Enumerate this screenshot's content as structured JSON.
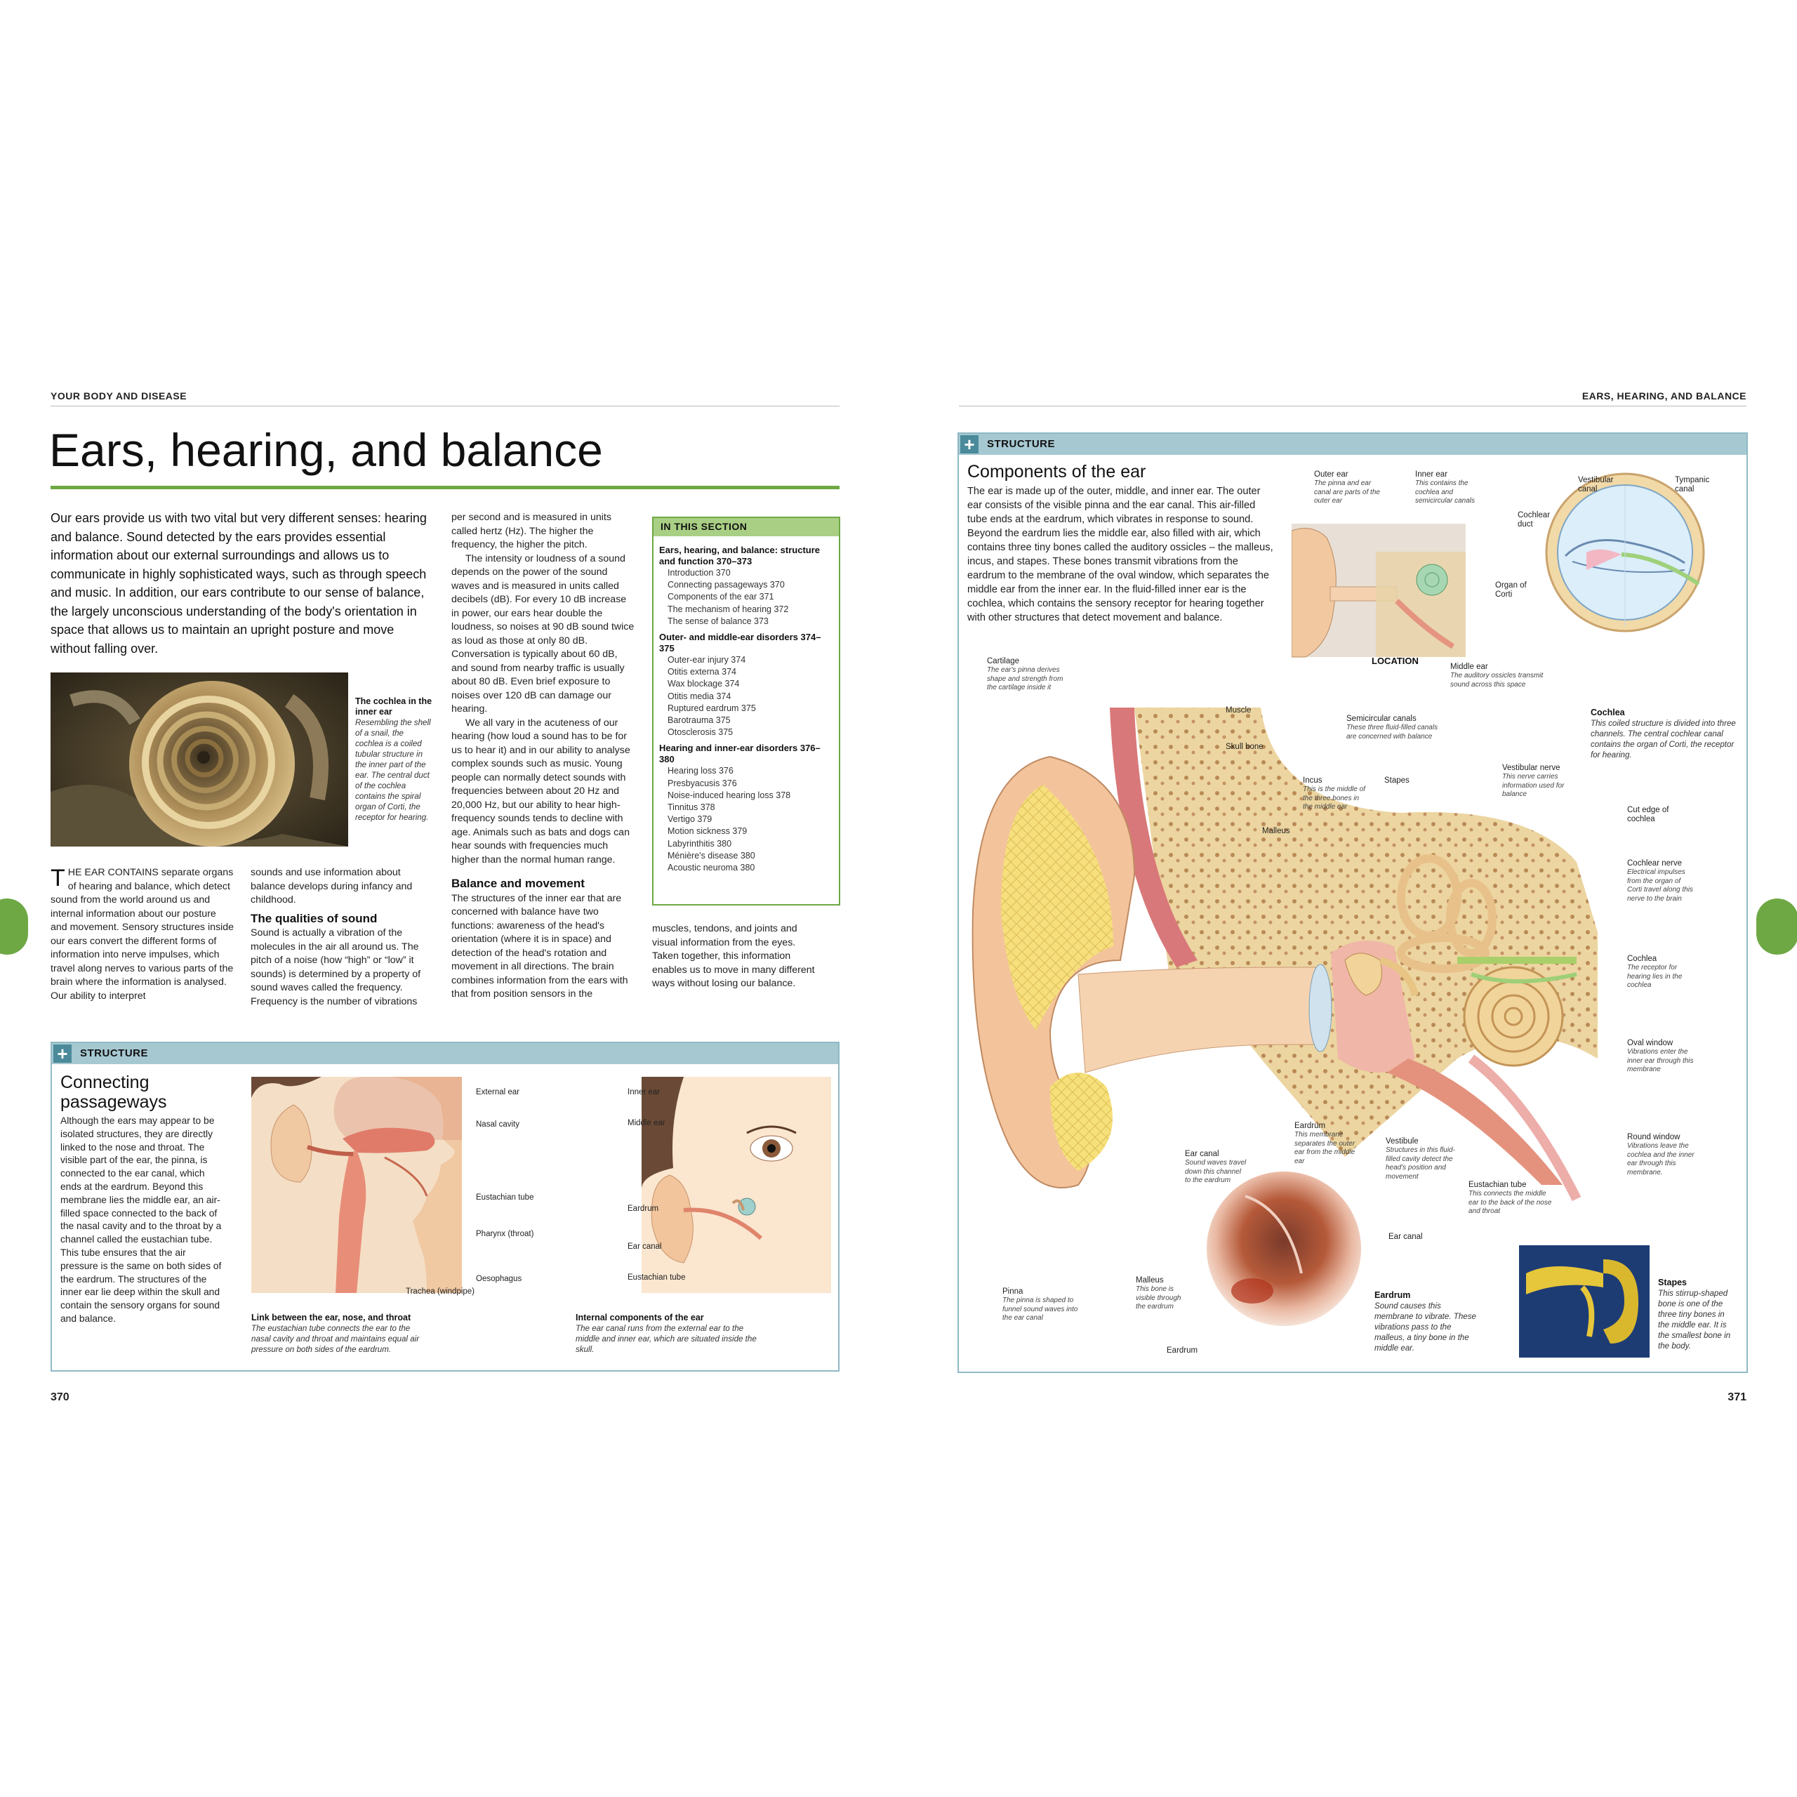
{
  "left_page": {
    "running_head": "YOUR BODY AND DISEASE",
    "title": "Ears, hearing, and balance",
    "intro": "Our ears provide us with two vital but very different senses: hearing and balance. Sound detected by the ears provides essential information about our external surroundings and allows us to communicate in highly sophisticated ways, such as through speech and music. In addition, our ears contribute to our sense of balance, the largely unconscious understanding of the body's orientation in space that allows us to maintain an upright posture and move without falling over.",
    "photo_caption_title": "The cochlea in the inner ear",
    "photo_caption_text": "Resembling the shell of a snail, the cochlea is a coiled tubular structure in the inner part of the ear. The central duct of the cochlea contains the spiral organ of Corti, the receptor for hearing.",
    "col1_dropcap": "T",
    "col1_smallcaps": "HE EAR CONTAINS",
    "col1_text": " separate organs of hearing and balance, which detect sound from the world around us and internal information about our posture and movement. Sensory structures inside our ears convert the different forms of information into nerve impulses, which travel along nerves to various parts of the brain where the information is analysed. Our ability to interpret",
    "col2_text": "sounds and use information about balance develops during infancy and childhood.",
    "col2_subhead": "The qualities of sound",
    "col2_text2": "Sound is actually a vibration of the molecules in the air all around us. The pitch of a noise (how “high” or “low” it sounds) is determined by a property of sound waves called the frequency. Frequency is the number of vibrations",
    "col3_p1": "per second and is measured in units called hertz (Hz). The higher the frequency, the higher the pitch.",
    "col3_p2": "The intensity or loudness of a sound depends on the power of the sound waves and is measured in units called decibels (dB). For every 10 dB increase in power, our ears hear double the loudness, so noises at 90 dB sound twice as loud as those at only 80 dB. Conversation is typically about 60 dB, and sound from nearby traffic is usually about 80 dB. Even brief exposure to noises over 120 dB can damage our hearing.",
    "col3_p3": "We all vary in the acuteness of our hearing (how loud a sound has to be for us to hear it) and in our ability to analyse complex sounds such as music. Young people can normally detect sounds with frequencies between about 20 Hz and 20,000 Hz, but our ability to hear high-frequency sounds tends to decline with age. Animals such as bats and dogs can hear sounds with frequencies much higher than the normal human range.",
    "col3_subhead": "Balance and movement",
    "col3_p4": "The structures of the inner ear that are concerned with balance have two functions: awareness of the head's orientation (where it is in space) and detection of the head's rotation and movement in all directions. The brain combines information from the ears with that from position sensors in the",
    "col4_text": "muscles, tendons, and joints and visual information from the eyes. Taken together, this information enables us to move in many different ways without losing our balance.",
    "toc": {
      "header": "IN THIS SECTION",
      "groups": [
        {
          "title": "Ears, hearing, and balance: structure and function 370–373",
          "items": [
            "Introduction 370",
            "Connecting passageways 370",
            "Components of the ear 371",
            "The mechanism of hearing 372",
            "The sense of balance 373"
          ]
        },
        {
          "title": "Outer- and middle-ear disorders 374–375",
          "items": [
            "Outer-ear injury 374",
            "Otitis externa 374",
            "Wax blockage 374",
            "Otitis media 374",
            "Ruptured eardrum 375",
            "Barotrauma 375",
            "Otosclerosis 375"
          ]
        },
        {
          "title": "Hearing and inner-ear disorders 376–380",
          "items": [
            "Hearing loss 376",
            "Presbyacusis 376",
            "Noise-induced hearing loss 378",
            "Tinnitus 378",
            "Vertigo 379",
            "Motion sickness 379",
            "Labyrinthitis 380",
            "Ménière's disease 380",
            "Acoustic neuroma 380"
          ]
        }
      ]
    },
    "structure_panel": {
      "bar_label": "STRUCTURE",
      "heading": "Connecting passageways",
      "text": "Although the ears may appear to be isolated structures, they are directly linked to the nose and throat. The visible part of the ear, the pinna, is connected to the ear canal, which ends at the eardrum. Beyond this membrane lies the middle ear, an air-filled space connected to the back of the nasal cavity and to the throat by a channel called the eustachian tube. This tube ensures that the air pressure is the same on both sides of the eardrum. The structures of the inner ear lie deep within the skull and contain the sensory organs for sound and balance.",
      "fig1_labels": [
        "External ear",
        "Nasal cavity",
        "Eustachian tube",
        "Pharynx (throat)",
        "Oesophagus",
        "Trachea (windpipe)"
      ],
      "fig1_caption_title": "Link between the ear, nose, and throat",
      "fig1_caption_text": "The eustachian tube connects the ear to the nasal cavity and throat and maintains equal air pressure on both sides of the eardrum.",
      "fig2_labels": [
        "Inner ear",
        "Middle ear",
        "Eardrum",
        "Ear canal",
        "Eustachian tube"
      ],
      "fig2_caption_title": "Internal components of the ear",
      "fig2_caption_text": "The ear canal runs from the external ear to the middle and inner ear, which are situated inside the skull."
    },
    "page_number": "370"
  },
  "right_page": {
    "running_head": "EARS, HEARING, AND BALANCE",
    "bar_label": "STRUCTURE",
    "heading": "Components of the ear",
    "text": "The ear is made up of the outer, middle, and inner ear. The outer ear consists of the visible pinna and the ear canal. This air-filled tube ends at the eardrum, which vibrates in response to sound. Beyond the eardrum lies the middle ear, also filled with air, which contains three tiny bones called the auditory ossicles – the malleus, incus, and stapes. These bones transmit vibrations from the eardrum to the membrane of the oval window, which separates the middle ear from the inner ear. In the fluid-filled inner ear is the cochlea, which contains the sensory receptor for hearing together with other structures that detect movement and balance.",
    "location": {
      "outer_ear": "Outer ear",
      "outer_ear_desc": "The pinna and ear canal are parts of the outer ear",
      "inner_ear": "Inner ear",
      "inner_ear_desc": "This contains the cochlea and semicircular canals",
      "label": "LOCATION",
      "middle_ear": "Middle ear",
      "middle_ear_desc": "The auditory ossicles transmit sound across this space"
    },
    "cochlea_detail": {
      "vestibular_canal": "Vestibular canal",
      "tympanic_canal": "Tympanic canal",
      "cochlear_duct": "Cochlear duct",
      "organ_of_corti": "Organ of Corti",
      "title": "Cochlea",
      "desc": "This coiled structure is divided into three channels. The central cochlear canal contains the organ of Corti, the receptor for hearing."
    },
    "main_labels": {
      "cartilage": "Cartilage",
      "cartilage_desc": "The ear's pinna derives shape and strength from the cartilage inside it",
      "muscle": "Muscle",
      "skull_bone": "Skull bone",
      "semicircular": "Semicircular canals",
      "semicircular_desc": "These three fluid-filled canals are concerned with balance",
      "vestibular_nerve": "Vestibular nerve",
      "vestibular_nerve_desc": "This nerve carries information used for balance",
      "incus": "Incus",
      "incus_desc": "This is the middle of the three bones in the middle ear",
      "stapes": "Stapes",
      "malleus": "Malleus",
      "cut_edge": "Cut edge of cochlea",
      "cochlear_nerve": "Cochlear nerve",
      "cochlear_nerve_desc": "Electrical impulses from the organ of Corti travel along this nerve to the brain",
      "cochlea": "Cochlea",
      "cochlea_desc": "The receptor for hearing lies in the cochlea",
      "oval_window": "Oval window",
      "oval_window_desc": "Vibrations enter the inner ear through this membrane",
      "round_window": "Round window",
      "round_window_desc": "Vibrations leave the cochlea and the inner ear through this membrane.",
      "eardrum": "Eardrum",
      "eardrum_desc": "This membrane separates the outer ear from the middle ear",
      "vestibule": "Vestibule",
      "vestibule_desc": "Structures in this fluid-filled cavity detect the head's position and movement",
      "ear_canal": "Ear canal",
      "ear_canal_desc": "Sound waves travel down this channel to the eardrum",
      "eustachian": "Eustachian tube",
      "eustachian_desc": "This connects the middle ear to the back of the nose and throat",
      "pinna": "Pinna",
      "pinna_desc": "The pinna is shaped to funnel sound waves into the ear canal"
    },
    "eardrum_photo": {
      "ear_canal": "Ear canal",
      "malleus": "Malleus",
      "malleus_desc": "This bone is visible through the eardrum",
      "eardrum_bottom": "Eardrum",
      "title": "Eardrum",
      "desc": "Sound causes this membrane to vibrate. These vibrations pass to the malleus, a tiny bone in the middle ear."
    },
    "stapes_photo": {
      "title": "Stapes",
      "desc": "This stirrup-shaped bone is one of the three tiny bones in the middle ear. It is the smallest bone in the body."
    },
    "page_number": "371"
  },
  "colors": {
    "accent_green": "#6ea844",
    "panel_blue": "#a6c8d1",
    "panel_border": "#8fbac4"
  }
}
